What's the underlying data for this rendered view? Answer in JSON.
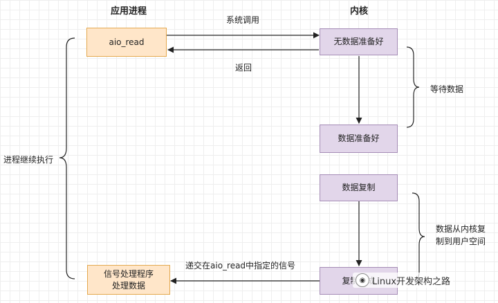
{
  "headings": {
    "app_process": "应用进程",
    "kernel": "内核"
  },
  "boxes": {
    "aio_read": "aio_read",
    "no_data_ready": "无数据准备好",
    "data_ready": "数据准备好",
    "data_copy": "数据复制",
    "copy_done": "复制完成",
    "signal_handler": "信号处理程序\n处理数据"
  },
  "labels": {
    "syscall": "系统调用",
    "return": "返回",
    "wait_data": "等待数据",
    "copy_kernel_to_user": "数据从内核复\n制到用户空间",
    "process_continues": "进程继续执行",
    "deliver_signal": "递交在aio_read中指定的信号"
  },
  "watermark": {
    "text": "Linux开发架构之路"
  },
  "colors": {
    "app_fill": "#ffe6c9",
    "app_border": "#e3a84e",
    "kernel_fill": "#e2d6ea",
    "kernel_border": "#a48bb5",
    "line": "#222222"
  }
}
